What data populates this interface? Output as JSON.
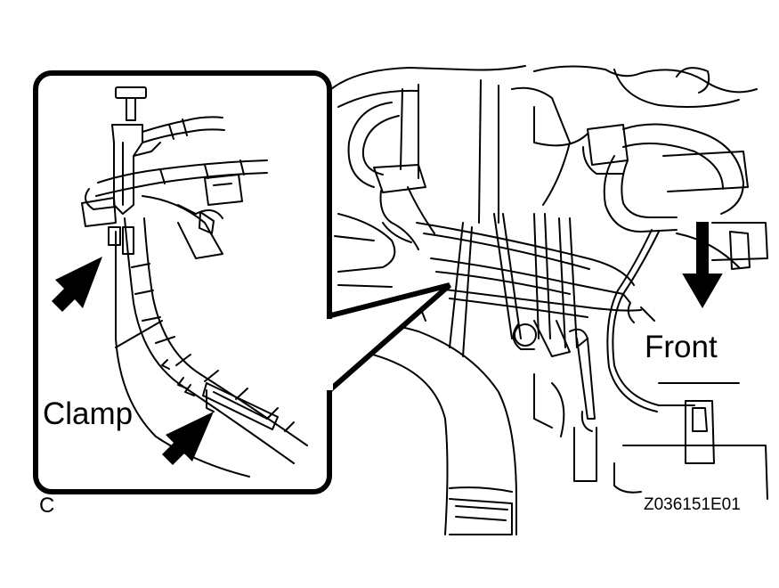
{
  "labels": {
    "clamp": "Clamp",
    "front": "Front",
    "view_letter": "C",
    "figure_code": "Z036151E01"
  },
  "colors": {
    "line": "#000000",
    "background": "#ffffff"
  }
}
